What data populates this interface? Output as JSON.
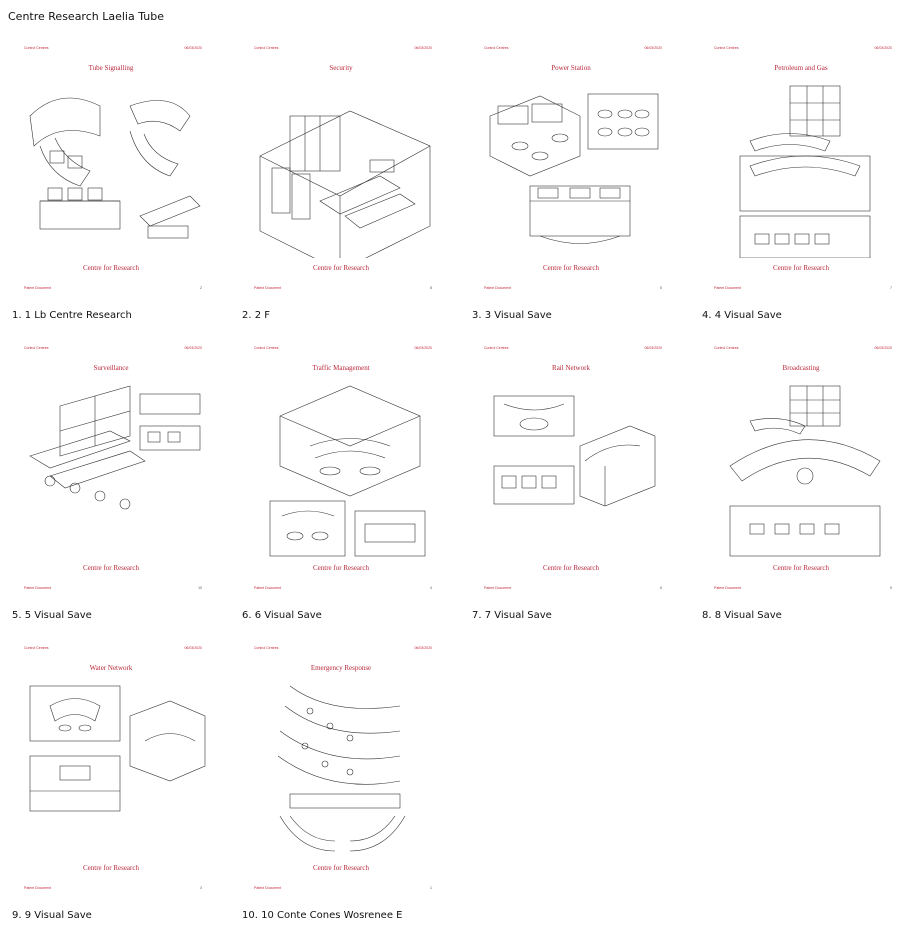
{
  "document_title": "Centre Research Laelia Tube",
  "page_header_left": "Control Centres",
  "page_header_right": "06/03/2020",
  "page_footer_left": "Patent Document",
  "page_footer_brand": "Centre for Research",
  "pages": [
    {
      "title": "Tube Signalling",
      "page_no": "2",
      "caption": "1. 1 Lb Centre Research"
    },
    {
      "title": "Security",
      "page_no": "8",
      "caption": "2. 2 F"
    },
    {
      "title": "Power Station",
      "page_no": "5",
      "caption": "3. 3 Visual Save"
    },
    {
      "title": "Petroleum and Gas",
      "page_no": "7",
      "caption": "4. 4 Visual Save"
    },
    {
      "title": "Surveillance",
      "page_no": "10",
      "caption": "5. 5 Visual Save"
    },
    {
      "title": "Traffic Management",
      "page_no": "4",
      "caption": "6. 6 Visual Save"
    },
    {
      "title": "Rail Network",
      "page_no": "6",
      "caption": "7. 7 Visual Save"
    },
    {
      "title": "Broadcasting",
      "page_no": "9",
      "caption": "8. 8 Visual Save"
    },
    {
      "title": "Water Network",
      "page_no": "3",
      "caption": "9. 9 Visual Save"
    },
    {
      "title": "Emergency Response",
      "page_no": "1",
      "caption": "10. 10 Conte Cones Wosrenee E"
    }
  ]
}
